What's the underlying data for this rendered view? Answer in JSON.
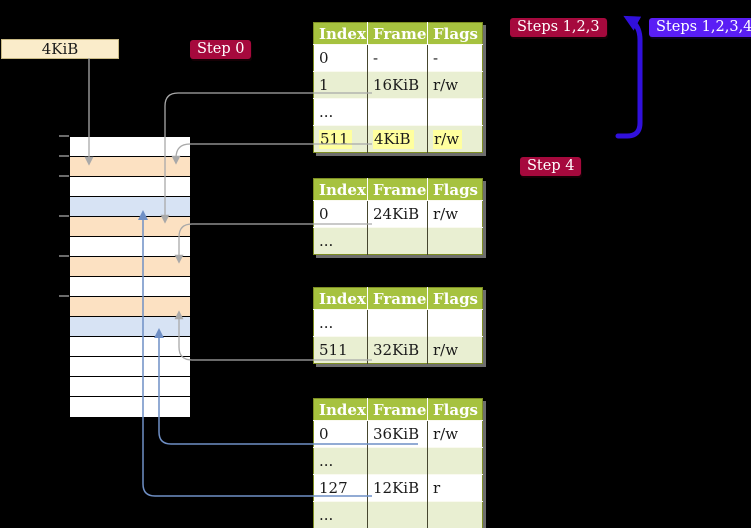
{
  "frame_size_label": "4KiB",
  "badges": {
    "step0": "Step 0",
    "steps123": "Steps 1,2,3",
    "steps1234": "Steps 1,2,3,4",
    "step4": "Step 4"
  },
  "page_tables": [
    {
      "name": "level-4-page-table",
      "headers": [
        "Index",
        "Frame",
        "Flags"
      ],
      "rows": [
        {
          "cells": [
            "0",
            "-",
            "-"
          ],
          "highlight": false
        },
        {
          "cells": [
            "1",
            "16KiB",
            "r/w"
          ],
          "highlight": false
        },
        {
          "cells": [
            "...",
            "",
            ""
          ],
          "highlight": false
        },
        {
          "cells": [
            "511",
            "4KiB",
            "r/w"
          ],
          "highlight": true
        }
      ]
    },
    {
      "name": "level-3-page-table",
      "headers": [
        "Index",
        "Frame",
        "Flags"
      ],
      "rows": [
        {
          "cells": [
            "0",
            "24KiB",
            "r/w"
          ],
          "highlight": false
        },
        {
          "cells": [
            "...",
            "",
            ""
          ],
          "highlight": false
        }
      ]
    },
    {
      "name": "level-2-page-table",
      "headers": [
        "Index",
        "Frame",
        "Flags"
      ],
      "rows": [
        {
          "cells": [
            "...",
            "",
            ""
          ],
          "highlight": false
        },
        {
          "cells": [
            "511",
            "32KiB",
            "r/w"
          ],
          "highlight": false
        }
      ]
    },
    {
      "name": "level-1-page-table",
      "headers": [
        "Index",
        "Frame",
        "Flags"
      ],
      "rows": [
        {
          "cells": [
            "0",
            "36KiB",
            "r/w"
          ],
          "highlight": false
        },
        {
          "cells": [
            "...",
            "",
            ""
          ],
          "highlight": false
        },
        {
          "cells": [
            "127",
            "12KiB",
            "r"
          ],
          "highlight": false
        },
        {
          "cells": [
            "...",
            "",
            ""
          ],
          "highlight": false
        }
      ]
    }
  ],
  "physical_memory": {
    "rows": [
      {
        "color": "white"
      },
      {
        "color": "peach"
      },
      {
        "color": "white"
      },
      {
        "color": "blue"
      },
      {
        "color": "peach"
      },
      {
        "color": "white"
      },
      {
        "color": "peach"
      },
      {
        "color": "white"
      },
      {
        "color": "peach"
      },
      {
        "color": "blue"
      },
      {
        "color": "white"
      },
      {
        "color": "white"
      },
      {
        "color": "white"
      },
      {
        "color": "white"
      }
    ]
  },
  "colors": {
    "header_green": "#a6c23f",
    "row_green": "#e9efd2",
    "row_peach": "#fce1c2",
    "row_blue": "#d7e3f4",
    "label_cream": "#faecca",
    "badge_red": "#a6093d",
    "badge_violet": "#5a1ef5",
    "arrow_blue_thick": "#3110dc",
    "connector_gray": "#a9a9a9",
    "connector_blue": "#6f8fc5",
    "highlight_yellow": "#ffff9e"
  }
}
